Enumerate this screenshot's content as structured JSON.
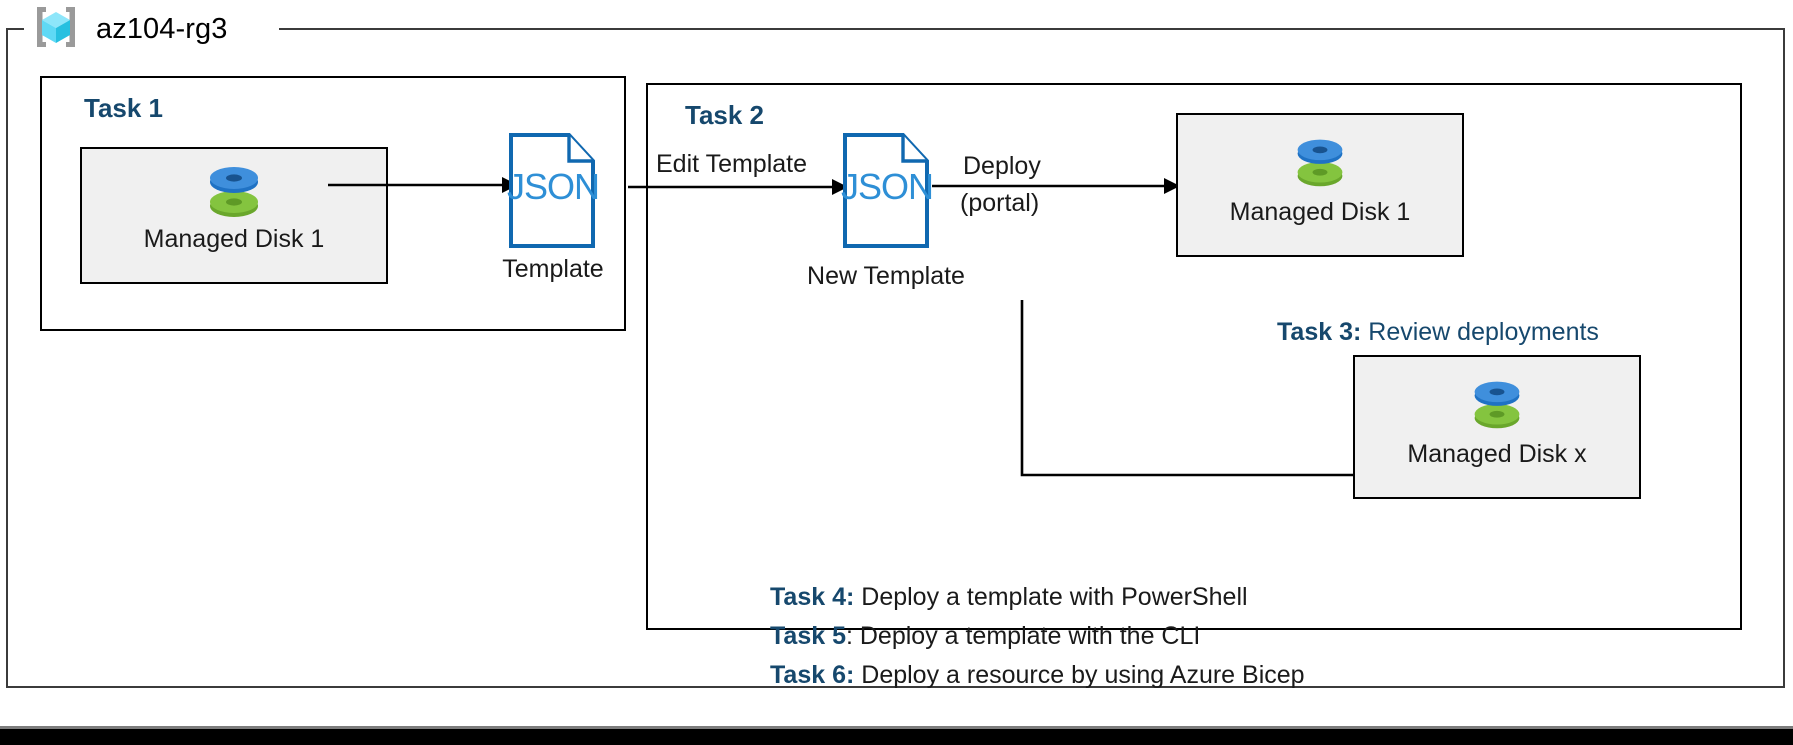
{
  "resource_group": {
    "name": "az104-rg3",
    "icon": "azure-resource-group-cube-icon"
  },
  "task1": {
    "heading": "Task 1",
    "resource": {
      "label": "Managed Disk 1",
      "icon": "managed-disk-icon"
    },
    "template": {
      "doc_text": "JSON",
      "caption": "Template",
      "icon": "json-document-icon"
    },
    "arrow_disk_to_template": "arrow-right-icon"
  },
  "task2": {
    "heading": "Task 2",
    "edit_arrow_label": "Edit Template",
    "new_template": {
      "doc_text": "JSON",
      "caption": "New Template",
      "icon": "json-document-icon"
    },
    "deploy_arrow_label_line1": "Deploy",
    "deploy_arrow_label_line2": "(portal)",
    "disk_top": {
      "label": "Managed Disk 1",
      "icon": "managed-disk-icon"
    },
    "disk_bottom": {
      "label": "Managed Disk x",
      "icon": "managed-disk-icon"
    }
  },
  "task3": {
    "key": "Task 3:",
    "description": "Review deployments"
  },
  "notes": [
    {
      "key": "Task 4:",
      "description": "Deploy a template with PowerShell"
    },
    {
      "key": "Task 5",
      "description": ": Deploy a template with the CLI"
    },
    {
      "key": "Task 6:",
      "description": "Deploy a resource by using Azure Bicep"
    }
  ],
  "colors": {
    "heading_blue": "#16486d",
    "json_blue": "#1068b0",
    "json_text_blue": "#2e8fd6",
    "disk_blue": "#3f8fdc",
    "disk_green": "#72b33a",
    "box_fill": "#f0f0f0",
    "line_black": "#000000",
    "cube_cyan": "#5fd9f5"
  }
}
